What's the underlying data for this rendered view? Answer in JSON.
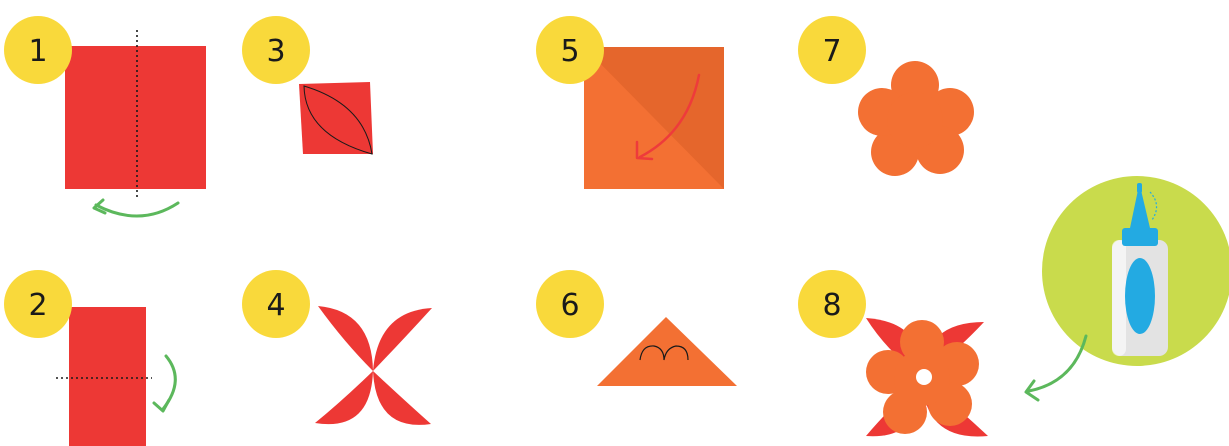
{
  "steps": [
    {
      "number": "1",
      "icon": "square-paper-fold-icon"
    },
    {
      "number": "2",
      "icon": "rectangle-paper-fold-icon"
    },
    {
      "number": "3",
      "icon": "folded-square-petal-outline-icon"
    },
    {
      "number": "4",
      "icon": "four-petal-cutout-icon"
    },
    {
      "number": "5",
      "icon": "orange-square-diagonal-fold-icon"
    },
    {
      "number": "6",
      "icon": "orange-triangle-heart-outline-icon"
    },
    {
      "number": "7",
      "icon": "orange-flower-cutout-icon"
    },
    {
      "number": "8",
      "icon": "assembled-flower-icon"
    }
  ],
  "glue": {
    "icon": "glue-bottle-icon"
  },
  "colors": {
    "badge": "#f9d93b",
    "red_paper": "#ed3835",
    "orange_paper": "#f37033",
    "orange_dark": "#e5662c",
    "arrow_green": "#5cb85c",
    "arrow_red": "#ee3b3b",
    "glue_circle": "#c9db4c"
  }
}
